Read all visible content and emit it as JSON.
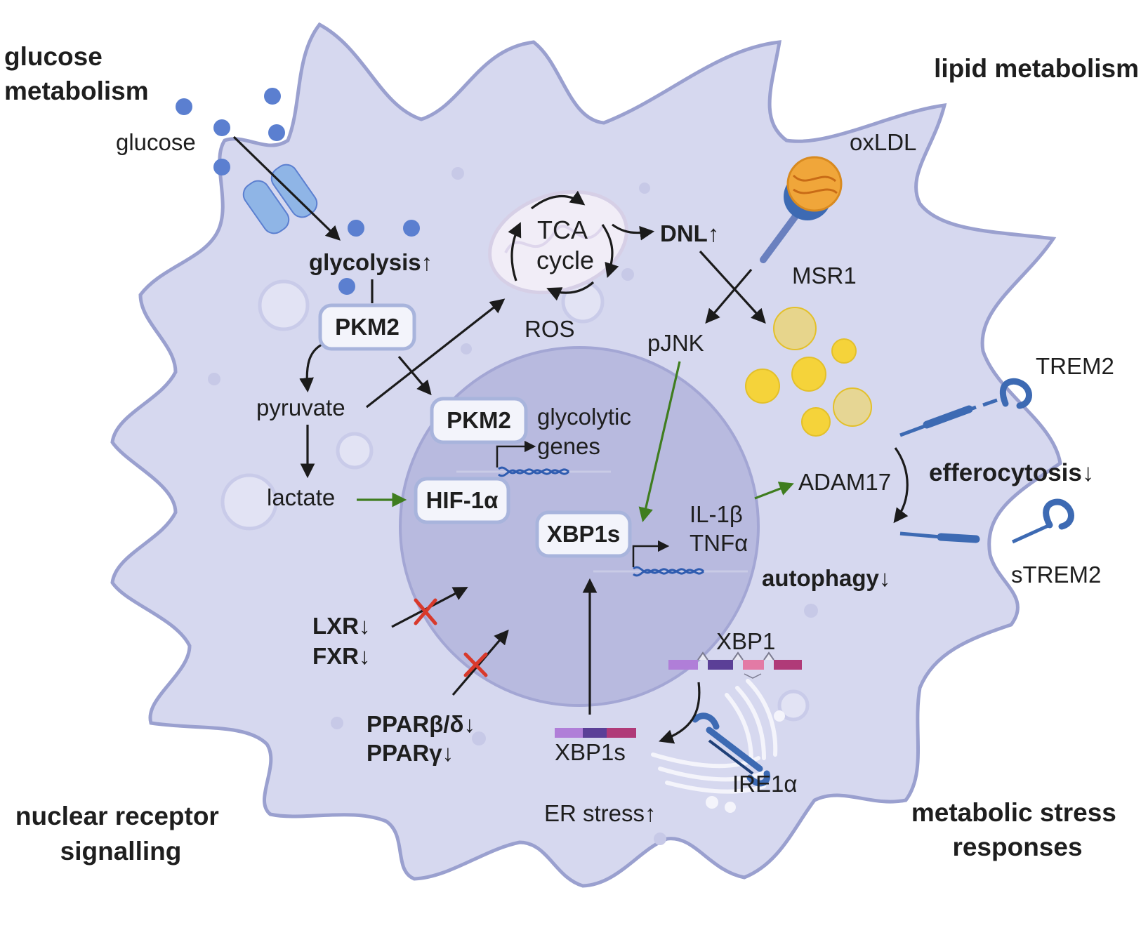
{
  "colors": {
    "cell_fill": "#d6d8ef",
    "cell_stroke": "#9aa0cf",
    "nucleus_fill": "#b8badf",
    "glucose_dot": "#5b7fd0",
    "lipid_droplet": "#f5d33a",
    "activation_arrow": "#3f7d1f",
    "inhibition_mark": "#d8392b",
    "receptor_blue": "#3d6ab3"
  },
  "regions": {
    "glucose_metabolism": [
      "glucose",
      "metabolism"
    ],
    "lipid_metabolism": "lipid metabolism",
    "nuclear_receptor_signalling": [
      "nuclear receptor",
      "signalling"
    ],
    "metabolic_stress_responses": [
      "metabolic stress",
      "responses"
    ]
  },
  "glucose": {
    "glucose": "glucose",
    "glycolysis": "glycolysis↑",
    "pkm2": "PKM2",
    "pyruvate": "pyruvate",
    "lactate": "lactate",
    "tca": [
      "TCA",
      "cycle"
    ],
    "ros": "ROS"
  },
  "nucleus": {
    "pkm2": "PKM2",
    "glycolytic_genes": [
      "glycolytic",
      "genes"
    ],
    "hif1a": "HIF-1α",
    "xbp1s": "XBP1s",
    "il1b": "IL-1β",
    "tnfa": "TNFα"
  },
  "lipid": {
    "dnl": "DNL↑",
    "oxldl": "oxLDL",
    "msr1": "MSR1",
    "pjnk": "pJNK",
    "trem2": "TREM2",
    "strem2": "sTREM2",
    "adam17": "ADAM17",
    "efferocytosis": "efferocytosis↓",
    "autophagy": "autophagy↓"
  },
  "nuclear_receptors": {
    "lxr": "LXR↓",
    "fxr": "FXR↓",
    "ppar_bd": "PPARβ/δ↓",
    "ppar_g": "PPARγ↓"
  },
  "stress": {
    "xbp1": "XBP1",
    "xbp1s": "XBP1s",
    "ire1a": "IRE1α",
    "er_stress": "ER stress↑"
  }
}
